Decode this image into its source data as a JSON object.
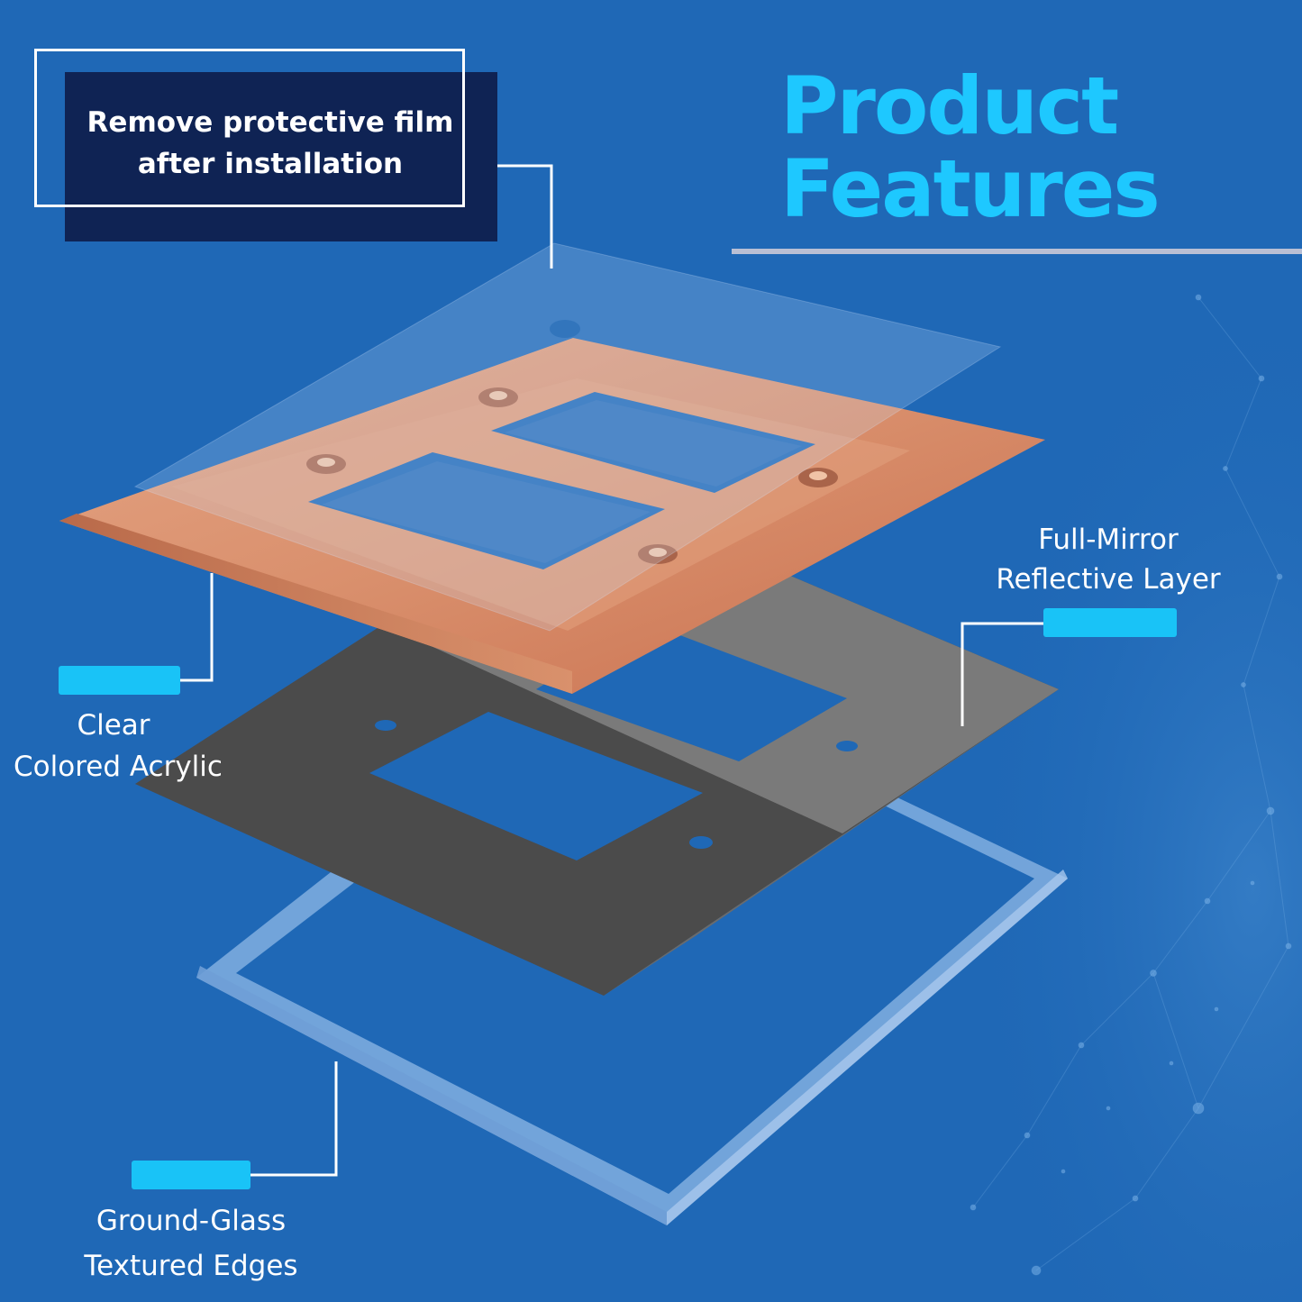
{
  "heading": {
    "line1": "Product",
    "line2": "Features"
  },
  "callouts": {
    "film": {
      "line1": "Remove protective film",
      "line2": "after installation"
    },
    "mirror": {
      "line1": "Full-Mirror",
      "line2": "Reflective Layer"
    },
    "acrylic": {
      "line1": "Clear",
      "line2": "Colored Acrylic"
    },
    "edges": {
      "line1": "Ground-Glass",
      "line2": "Textured Edges"
    }
  },
  "colors": {
    "background": "#1f68b6",
    "heading": "#1ec8ff",
    "accent_tag": "#19c3f7",
    "plate_copper": "#d9926e",
    "mirror_dark": "#4a4a4a",
    "mirror_light": "#7d7d7d",
    "film_box": "#0f2354"
  }
}
